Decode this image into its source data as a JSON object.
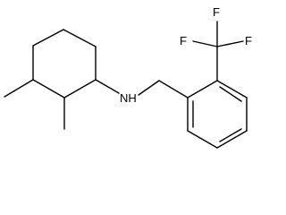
{
  "molecule": {
    "atom_labels": {
      "amine": "NH",
      "fluorine_left": "F",
      "fluorine_top": "F",
      "fluorine_right": "F"
    },
    "colors": {
      "bond": "#000000",
      "text": "#000000",
      "background": "#ffffff"
    }
  }
}
